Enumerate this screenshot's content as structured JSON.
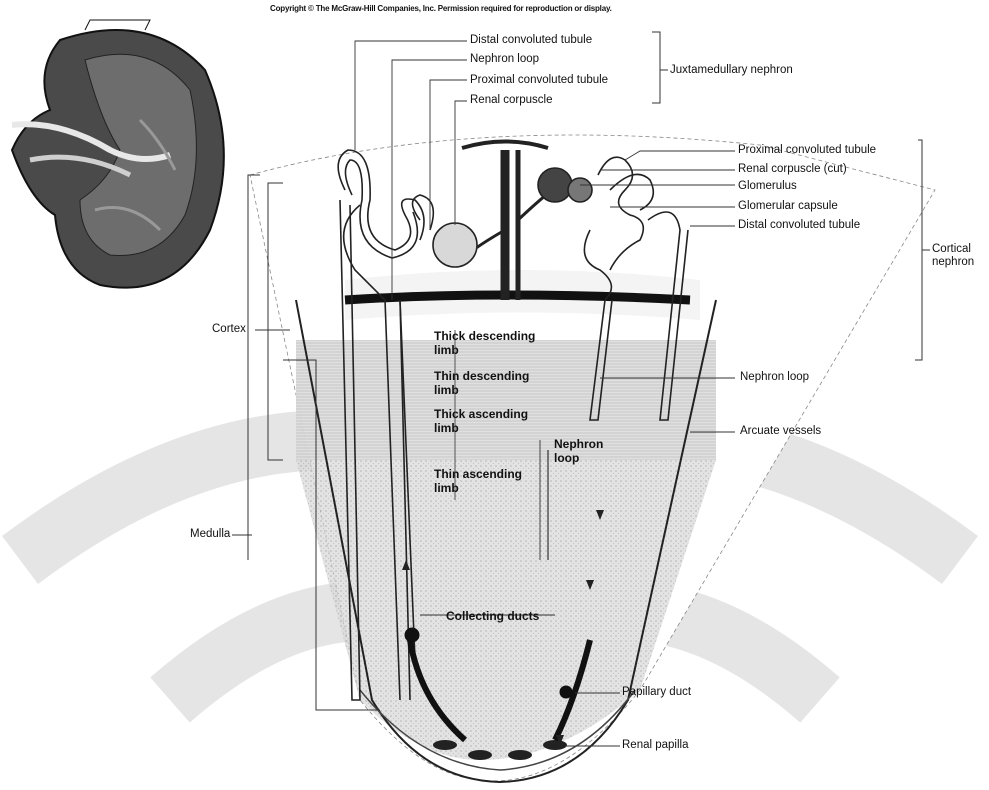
{
  "copyright": "Copyright © The McGraw-Hill Companies, Inc. Permission required for reproduction or display.",
  "labels": {
    "distal_convoluted_tubule_jm": "Distal convoluted tubule",
    "nephron_loop_jm": "Nephron loop",
    "proximal_convoluted_tubule_jm": "Proximal convoluted tubule",
    "renal_corpuscle_jm": "Renal corpuscle",
    "juxtamedullary_nephron": "Juxtamedullary nephron",
    "proximal_convoluted_tubule_c": "Proximal convoluted tubule",
    "renal_corpuscle_cut": "Renal corpuscle (cut)",
    "glomerulus": "Glomerulus",
    "glomerular_capsule": "Glomerular capsule",
    "distal_convoluted_tubule_c": "Distal convoluted tubule",
    "cortical_nephron": "Cortical nephron",
    "cortex": "Cortex",
    "medulla": "Medulla",
    "thick_descending_limb": "Thick descending limb",
    "thin_descending_limb": "Thin descending limb",
    "thick_ascending_limb": "Thick ascending limb",
    "thin_ascending_limb": "Thin ascending limb",
    "nephron_loop_inner": "Nephron loop",
    "collecting_ducts": "Collecting ducts",
    "nephron_loop_c": "Nephron loop",
    "arcuate_vessels": "Arcuate vessels",
    "papillary_duct": "Papillary duct",
    "renal_papilla": "Renal papilla"
  },
  "colors": {
    "ink": "#111111",
    "medulla_shade": "#d6d6d6",
    "watermark": "#e2e2e2"
  }
}
